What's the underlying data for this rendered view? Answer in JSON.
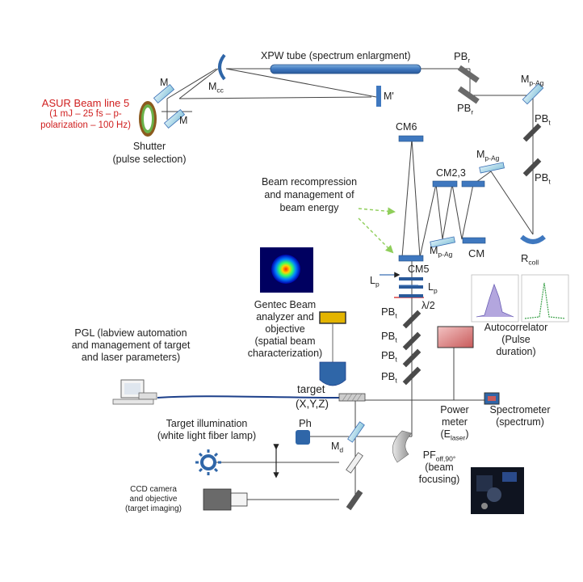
{
  "beamline": {
    "title": "ASUR Beam line 5",
    "line2": "(1 mJ – 25 fs – p-",
    "line3": "polarization – 100 Hz)"
  },
  "shutter": {
    "line1": "Shutter",
    "line2": "(pulse selection)"
  },
  "labels": {
    "xpw": "XPW tube (spectrum enlargment)",
    "m1": "M",
    "m2": "M",
    "mcc": "M",
    "mcc_sub": "cc",
    "mprime": "M'",
    "pbr1": "PB",
    "pbr2": "PB",
    "r_sub": "r",
    "mpag1": "M",
    "mpag2": "M",
    "mpag3": "M",
    "pag_sub": "p-Ag",
    "pb": "PB",
    "t_sub": "t",
    "cm6": "CM6",
    "cm23": "CM2,3",
    "cm": "CM",
    "cm5": "CM5",
    "rcoll": "R",
    "coll_sub": "coll",
    "lp1": "L",
    "lp2": "L",
    "p_sub": "p",
    "lambda": "λ/2",
    "target": "target",
    "xyz": "(X,Y,Z)",
    "ph": "Ph",
    "md": "M",
    "d_sub": "d",
    "pf": "PF",
    "pf_sub": "off,90°",
    "pf_l2": "(beam",
    "pf_l3": "focusing)",
    "pm_l1": "Power",
    "pm_l2": "meter",
    "pm_l3": "(E",
    "pm_sub": "laser",
    "pm_close": ")"
  },
  "recompression": {
    "line1": "Beam recompression",
    "line2": "and management of",
    "line3": "beam energy"
  },
  "gentec": {
    "line1": "Gentec Beam",
    "line2": "analyzer and",
    "line3": "objective",
    "line4": "(spatial beam",
    "line5": "characterization)"
  },
  "pgl": {
    "line1": "PGL (labview automation",
    "line2": "and management of target",
    "line3": "and laser parameters)"
  },
  "autocorrelator": {
    "line1": "Autocorrelator",
    "line2": "(Pulse",
    "line3": "duration)"
  },
  "spectrometer": {
    "line1": "Spectrometer",
    "line2": "(spectrum)"
  },
  "illumination": {
    "line1": "Target illumination",
    "line2": "(white light fiber lamp)"
  },
  "ccd": {
    "line1": "CCD camera",
    "line2": "and objective",
    "line3": "(target imaging)"
  },
  "colors": {
    "beam_red": "#d01f1f",
    "optic": "#9fd4e6",
    "optic_dark": "#3a6fb5",
    "mirror_dark": "#555555",
    "fiber": "#1c3f8a",
    "arrow_green": "#8fce5a"
  }
}
